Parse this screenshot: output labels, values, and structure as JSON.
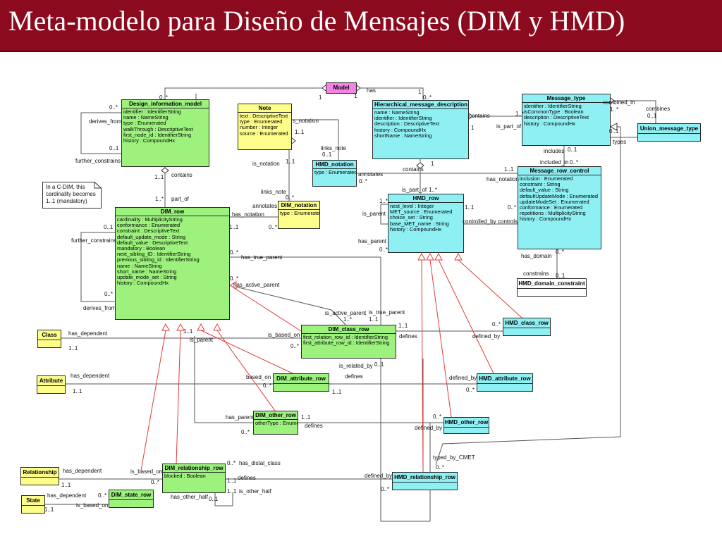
{
  "title": "Meta-modelo para Diseño de Mensajes (DIM y HMD)",
  "classes": {
    "model": {
      "name": "Model"
    },
    "design_information_model": {
      "name": "Design_information_model",
      "attrs": [
        "identifier : IdentifierString",
        "name : NameString",
        "type : Enumerated",
        "walkThrough : DescriptiveText",
        "first_node_id : IdentifierString",
        "history : CompoundHx"
      ]
    },
    "note": {
      "name": "Note",
      "attrs": [
        "text : DescriptiveText",
        "type : Enumerated",
        "number : Integer",
        "source : Enumerated"
      ]
    },
    "hierarchical_message_description": {
      "name": "Hierarchical_message_description",
      "attrs": [
        "name : NameString",
        "identifier : IdentifierString",
        "description : DescriptiveText",
        "history : CompoundHx",
        "shortName : NameString"
      ]
    },
    "message_type": {
      "name": "Message_type",
      "attrs": [
        "identifier : IdentifierString",
        "isCommonType : Boolean",
        "description : DescriptiveText",
        "history : CompoundHx"
      ]
    },
    "union_message_type": {
      "name": "Union_message_type"
    },
    "hmd_notation": {
      "name": "HMD_notation",
      "attrs": [
        "type : Enumerated"
      ]
    },
    "message_row_control": {
      "name": "Message_row_control",
      "attrs": [
        "inclusion : Enumerated",
        "constraint : String",
        "default_value : String",
        "defaultUpdateMode : Enumerated",
        "updateModeSet : Enumerated",
        "conformance : Enumerated",
        "repetitions : MultiplicityString",
        "history : CompoundHx"
      ]
    },
    "dim_notation": {
      "name": "DIM_notation",
      "attrs": [
        "type : Enumerated"
      ]
    },
    "hmd_row": {
      "name": "HMD_row",
      "attrs": [
        "nest_level : Integer",
        "MET_source : Enumerated",
        "choice_set : String",
        "base_MET_name : String",
        "history : CompoundHx"
      ]
    },
    "dim_row": {
      "name": "DIM_row",
      "attrs": [
        "cardinality : MultiplicityString",
        "conformance : Enumerated",
        "constraint : DescriptiveText",
        "default_update_mode : String",
        "default_value : DescriptiveText",
        "mandatory : Boolean",
        "next_sibling_ID : IdentifierString",
        "previous_sibling_id : IdentifierString",
        "name : NameString",
        "short_name : NameString",
        "update_mode_set : String",
        "history : CompoundHx"
      ]
    },
    "hmd_domain_constraint": {
      "name": "HMD_domain_constraint"
    },
    "dim_class_row": {
      "name": "DIM_class_row",
      "attrs": [
        "first_relation_row_id : IdentifierString",
        "first_attribute_row_id : IdentifierString"
      ]
    },
    "hmd_class_row": {
      "name": "HMD_class_row"
    },
    "class": {
      "name": "Class"
    },
    "attribute": {
      "name": "Attribute"
    },
    "dim_attribute_row": {
      "name": "DIM_attribute_row"
    },
    "hmd_attribute_row": {
      "name": "HMD_attribute_row"
    },
    "dim_other_row": {
      "name": "DIM_other_row",
      "attrs": [
        "otherType : Enumerated"
      ]
    },
    "hmd_other_row": {
      "name": "HMD_other_row"
    },
    "relationship": {
      "name": "Relationship"
    },
    "dim_relationship_row": {
      "name": "DIM_relationship_row",
      "attrs": [
        "blocked : Boolean"
      ]
    },
    "hmd_relationship_row": {
      "name": "HMD_relationship_row"
    },
    "state": {
      "name": "State"
    },
    "dim_state_row": {
      "name": "DIM_state_row"
    }
  },
  "note_text": [
    "In a C-DIM, this",
    "cardinality becomes",
    "1..1 (mandatory)"
  ],
  "labels": {
    "has": "has",
    "has_1": "1",
    "has_0star": "0..*",
    "model_1a": "1",
    "model_1b": "1",
    "model_0star": "0..*",
    "dim_0star_top": "0..*",
    "derives_from_top": "derives_from",
    "dim_0star_left": "0..*",
    "dim_01": "0..1",
    "further_constrains_top": "further_constrains",
    "s_notation": "s_notation",
    "note_11": "1..1",
    "links_note_a": "links_note",
    "links_note_a_mult": "0..1",
    "is_notation": "is_notation",
    "is_notation_mult": "1..1",
    "links_note_b": "links_note",
    "links_note_b_mult": "0..*",
    "contains_left": "contains",
    "contains_left_11": "1..1",
    "part_of": "part_of",
    "part_of_mult": "1..*",
    "hmd_contains": "contains",
    "hmd_contains_1": "1",
    "is_part_of": "is_part_of",
    "is_part_of_mult": "1..*",
    "annotates_right": "annotates",
    "annotates_right_mult": "0..*",
    "mt_contains": "contains",
    "mt_1star": "1..*",
    "mt_1": "1",
    "mt_is_part_of": "is_part_of",
    "combined_in": "combined_in",
    "combined_in_mult": "1..*",
    "combines": "combines",
    "combines_mult": "0..1",
    "union_01": "0..1",
    "types": "types",
    "includes": "includes",
    "includes_mult": "0..1",
    "included_in": "included_in",
    "included_in_mult": "0..*",
    "mrc_11": "1..1",
    "has_notation_right": "has_notation",
    "hmd_is_part_of": "is_part_of",
    "hmd_is_part_of_mult": "1..*",
    "is_parent": "is_parent",
    "hmd_is_parent_mult": "1..*",
    "has_parent": "has_parent",
    "hmd_0star": "0..*",
    "controlled_by": "controlled_by",
    "controls": "controls",
    "ctrl_11": "1..1",
    "ctrl_0star": "0..*",
    "has_domain": "has_domain",
    "has_domain_mult": "0..*",
    "constrains": "constrains",
    "constrains_mult": "0..1",
    "annotates_left": "annotates",
    "dim_notation_0star": "0..*",
    "has_notation_left": "has_notation",
    "has_notation_left_mult": "1..1",
    "further_constrains_left": "further_constrains",
    "dim_01_left": "0..1",
    "derives_from_left": "derives_from",
    "dim_0star_left2": "0..*",
    "has_true_parent": "has_true_parent",
    "htp_mult": "0..*",
    "has_active_parent": "has_active_parent",
    "hap_mult": "0..*",
    "is_active_parent": "is_active_parent",
    "is_true_parent": "is_true_parent",
    "iap_mult": "1..*",
    "itp_mult": "1..1",
    "class_has_dependent": "has_dependent",
    "class_11": "1..1",
    "is_parent_dim": "is_parent",
    "dim_row_11": "1..1",
    "is_based_on_class": "is_based_on",
    "class_row_0star": "0..*",
    "class_row_11": "1..1",
    "defines_class": "defines",
    "defined_by_class": "defined_by",
    "hmd_class_row_0star": "0..*",
    "is_related_by": "is_related_by",
    "is_related_by_mult": "0..1",
    "defines_mid": "defines",
    "attr_has_dependent": "has_dependent",
    "attr_11": "1..1",
    "based_on": "based_on",
    "attr_row_0star": "0..*",
    "attr_row_11": "1..1",
    "defined_by_attr": "defined_by",
    "hmd_attr_row_0star": "0..*",
    "has_parent_other": "has_parent",
    "other_0star": "0..*",
    "other_11": "1..1",
    "other_defines": "defines",
    "defined_by_other": "defined_by",
    "hmd_other_0star": "0..*",
    "typed_by_cmet": "typed_by_CMET",
    "typed_by_cmet_mult": "0..*",
    "rel_has_dependent": "has_dependent",
    "rel_11": "1..1",
    "is_based_on_rel": "is_based_on",
    "rel_row_0star": "0..*",
    "has_distal_class": "has_distal_class",
    "distal_0star": "0..*",
    "rel_defines": "defines",
    "rel_row_11": "1..1",
    "defined_by_rel": "defined_by",
    "hmd_rel_0star": "0..*",
    "is_other_half": "is_other_half",
    "has_other_half": "has_other_half",
    "other_half_01": "0..1",
    "rel_row_11b": "1..1",
    "state_has_dependent": "has_dependent",
    "state_11": "1..1",
    "is_based_on_state": "is_based_on",
    "state_row_0star": "0..*"
  }
}
